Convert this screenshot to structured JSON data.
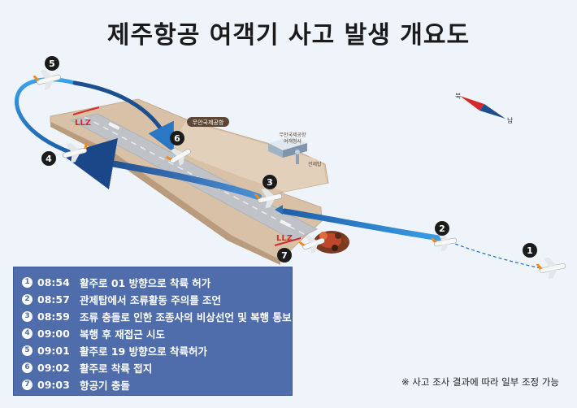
{
  "title": "제주항공 여객기 사고 발생 개요도",
  "map": {
    "llz_top": "LLZ",
    "llz_bottom": "LLZ",
    "airport_label": "무안국제공항",
    "terminal_label_1": "무안국제공항",
    "terminal_label_2": "여객청사",
    "tower_label": "관제탑",
    "compass_north": "북",
    "compass_south": "남"
  },
  "markers": [
    "1",
    "2",
    "3",
    "4",
    "5",
    "6",
    "7"
  ],
  "timeline": [
    {
      "num": "1",
      "time": "08:54",
      "text": "활주로 01 방향으로 착륙 허가"
    },
    {
      "num": "2",
      "time": "08:57",
      "text": "관제탑에서 조류활동 주의를 조언"
    },
    {
      "num": "3",
      "time": "08:59",
      "text": "조류 충돌로 인한 조종사의 비상선언 및 복행 통보"
    },
    {
      "num": "4",
      "time": "09:00",
      "text": "복행 후 재접근 시도"
    },
    {
      "num": "5",
      "time": "09:01",
      "text": "활주로 19 방향으로 착륙허가"
    },
    {
      "num": "6",
      "time": "09:02",
      "text": "활주로 착륙 접지"
    },
    {
      "num": "7",
      "time": "09:03",
      "text": "항공기 충돌"
    }
  ],
  "note": "※ 사고 조사 결과에 따라 일부 조정 가능",
  "colors": {
    "legend_bg": "#4f6daa",
    "path_blue": "#2e8fd8",
    "path_dark": "#1d4f8f",
    "llz_red": "#d62b2b",
    "ground": "#d8c1a7"
  }
}
